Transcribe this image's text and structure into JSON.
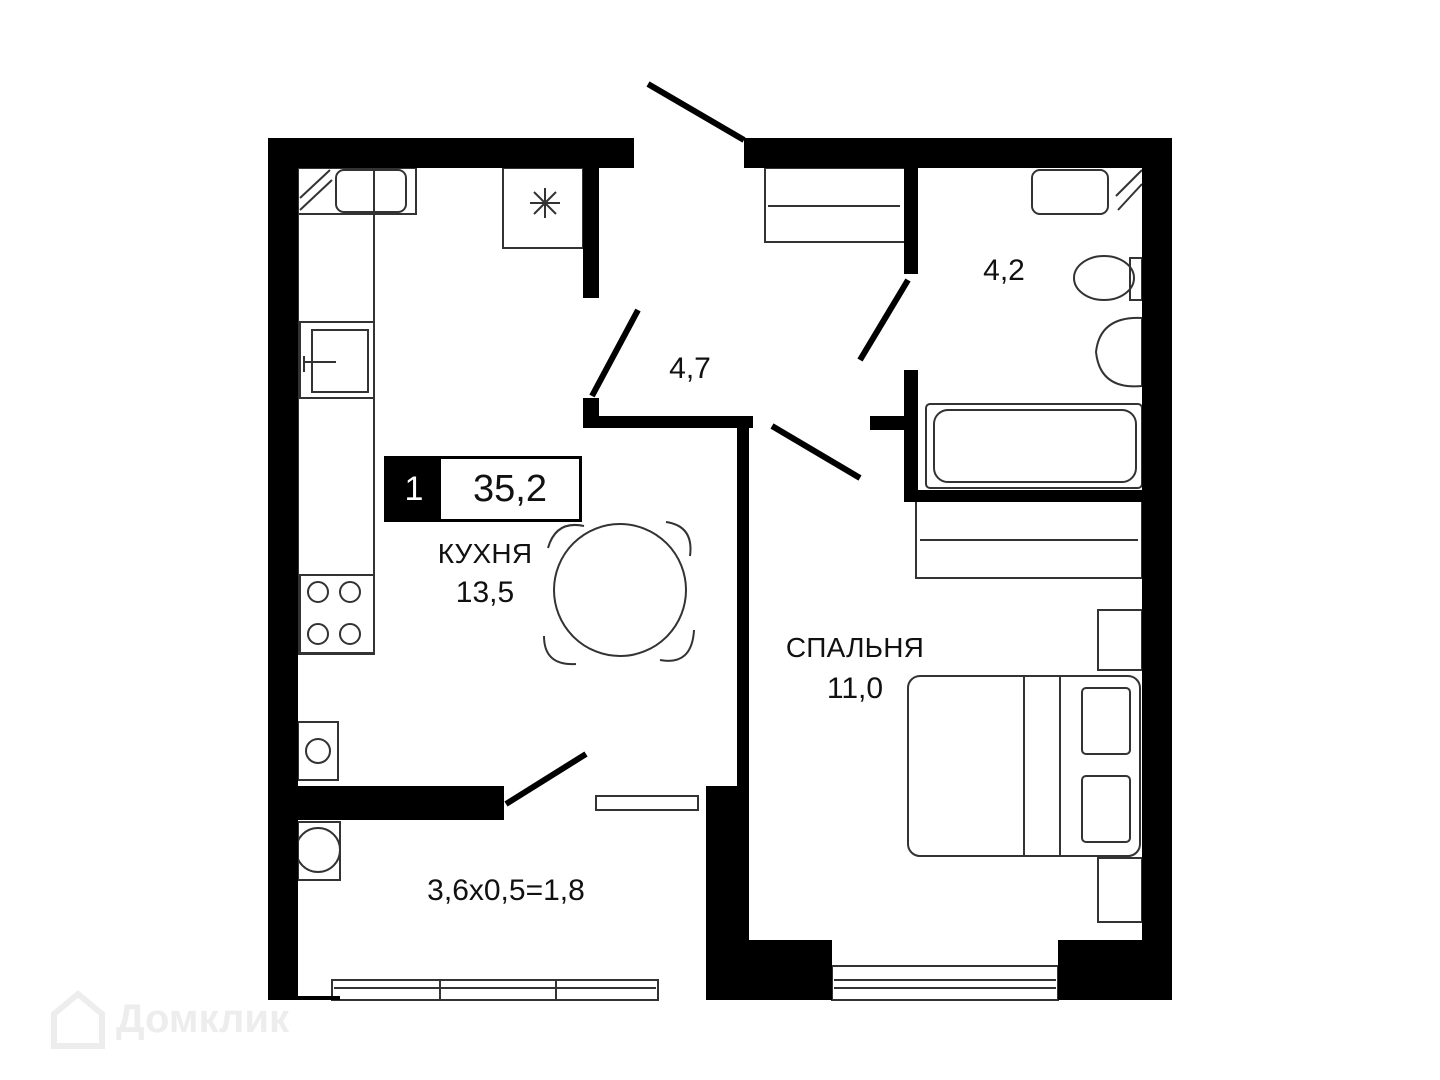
{
  "plan": {
    "rooms_count": "1",
    "total_area": "35,2",
    "rooms": [
      {
        "id": "kitchen",
        "name": "КУХНЯ",
        "area": "13,5"
      },
      {
        "id": "hallway",
        "name": "",
        "area": "4,7"
      },
      {
        "id": "bathroom",
        "name": "",
        "area": "4,2"
      },
      {
        "id": "bedroom",
        "name": "СПАЛЬНЯ",
        "area": "11,0"
      },
      {
        "id": "balcony",
        "name": "",
        "area": "3,6x0,5=1,8"
      }
    ]
  },
  "watermark": {
    "text": "Домклик"
  },
  "colors": {
    "wall": "#000000",
    "line": "#333333",
    "background": "#ffffff",
    "watermark": "#ededed"
  }
}
